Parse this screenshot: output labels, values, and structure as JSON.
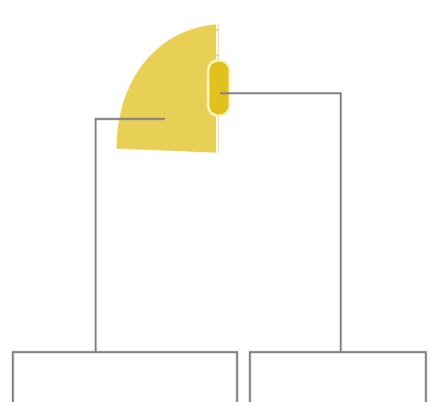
{
  "colors": {
    "background": "#ffffff",
    "quarter_shape": "#e8cf55",
    "quarter_outline": "#ffffff",
    "capsule_fill": "#e2c11f",
    "capsule_outline": "#fff6cc",
    "connector": "#808080",
    "panel_border": "#808080"
  },
  "diagram": {
    "nodes": [
      {
        "id": "quarter-shape",
        "kind": "shape"
      },
      {
        "id": "capsule-knob",
        "kind": "shape"
      },
      {
        "id": "left-panel",
        "kind": "panel"
      },
      {
        "id": "right-panel",
        "kind": "panel"
      }
    ],
    "connections": [
      {
        "from": "quarter-shape",
        "to": "left-panel"
      },
      {
        "from": "capsule-knob",
        "to": "right-panel"
      }
    ]
  }
}
